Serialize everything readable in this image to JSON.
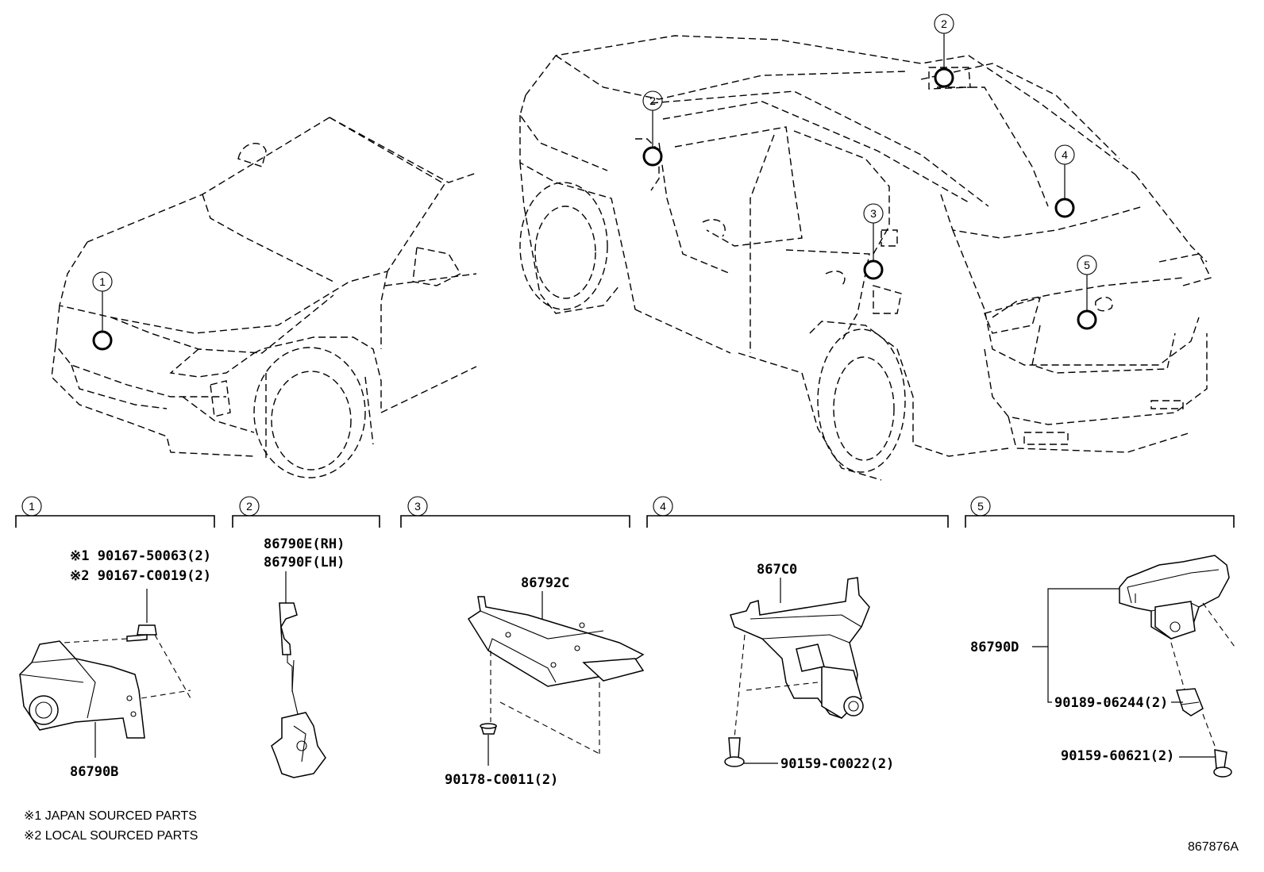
{
  "callouts": {
    "c1": "1",
    "c2": "2",
    "c3": "3",
    "c4": "4",
    "c5": "5"
  },
  "section1": {
    "number": "1",
    "fastener_note1": "※1 90167-50063(2)",
    "fastener_note2": "※2 90167-C0019(2)",
    "part": "86790B"
  },
  "section2": {
    "number": "2",
    "part_rh": "86790E(RH)",
    "part_lh": "86790F(LH)"
  },
  "section3": {
    "number": "3",
    "part": "86792C",
    "fastener": "90178-C0011(2)"
  },
  "section4": {
    "number": "4",
    "part": "867C0",
    "fastener": "90159-C0022(2)"
  },
  "section5": {
    "number": "5",
    "part": "86790D",
    "fastener1": "90189-06244(2)",
    "fastener2": "90159-60621(2)"
  },
  "footnotes": {
    "note1": "※1 JAPAN SOURCED PARTS",
    "note2": "※2 LOCAL SOURCED PARTS"
  },
  "diagram_id": "867876A"
}
